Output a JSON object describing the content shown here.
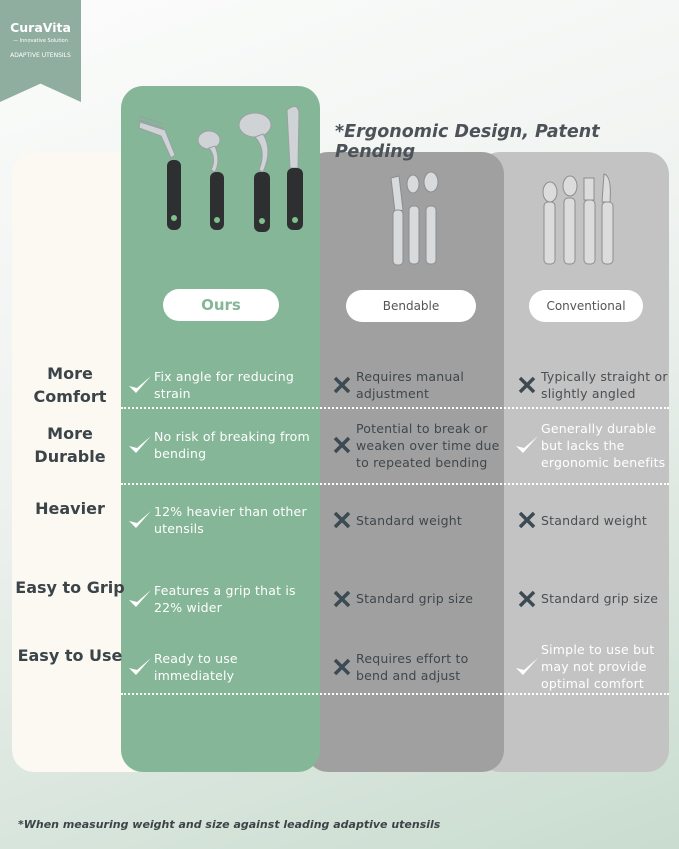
{
  "brand": {
    "name": "CuraVita",
    "tagline": "— Innovative Solution",
    "product": "ADAPTIVE UTENSILS"
  },
  "headline": "*Ergonomic Design, Patent Pending",
  "colors": {
    "ours": "#84b697",
    "bendable": "#a0a0a0",
    "conventional": "#c3c3c3",
    "cross": "#3c4a53",
    "check": "#ffffff"
  },
  "columns": [
    {
      "label": "Ours"
    },
    {
      "label": "Bendable"
    },
    {
      "label": "Conventional"
    }
  ],
  "rows": [
    {
      "label": "More Comfort",
      "cells": [
        {
          "icon": "check",
          "text": "Fix angle for reducing strain"
        },
        {
          "icon": "cross",
          "text": "Requires manual adjustment"
        },
        {
          "icon": "cross",
          "text": "Typically straight or slightly angled"
        }
      ]
    },
    {
      "label": "More Durable",
      "cells": [
        {
          "icon": "check",
          "text": "No risk of breaking from bending"
        },
        {
          "icon": "cross",
          "text": "Potential to break or weaken over time due to repeated bending"
        },
        {
          "icon": "check",
          "text": "Generally durable but lacks the ergonomic benefits"
        }
      ]
    },
    {
      "label": "Heavier",
      "cells": [
        {
          "icon": "check",
          "text": "12% heavier than other utensils"
        },
        {
          "icon": "cross",
          "text": "Standard weight"
        },
        {
          "icon": "cross",
          "text": "Standard weight"
        }
      ]
    },
    {
      "label": "Easy to Grip",
      "cells": [
        {
          "icon": "check",
          "text": "Features a grip that is 22% wider"
        },
        {
          "icon": "cross",
          "text": "Standard grip size"
        },
        {
          "icon": "cross",
          "text": "Standard grip size"
        }
      ]
    },
    {
      "label": "Easy to Use",
      "cells": [
        {
          "icon": "check",
          "text": "Ready to use immediately"
        },
        {
          "icon": "cross",
          "text": "Requires effort to bend and adjust"
        },
        {
          "icon": "check",
          "text": "Simple to use but may not provide optimal comfort"
        }
      ]
    }
  ],
  "footnote": "*When measuring weight and  size against leading adaptive utensils"
}
